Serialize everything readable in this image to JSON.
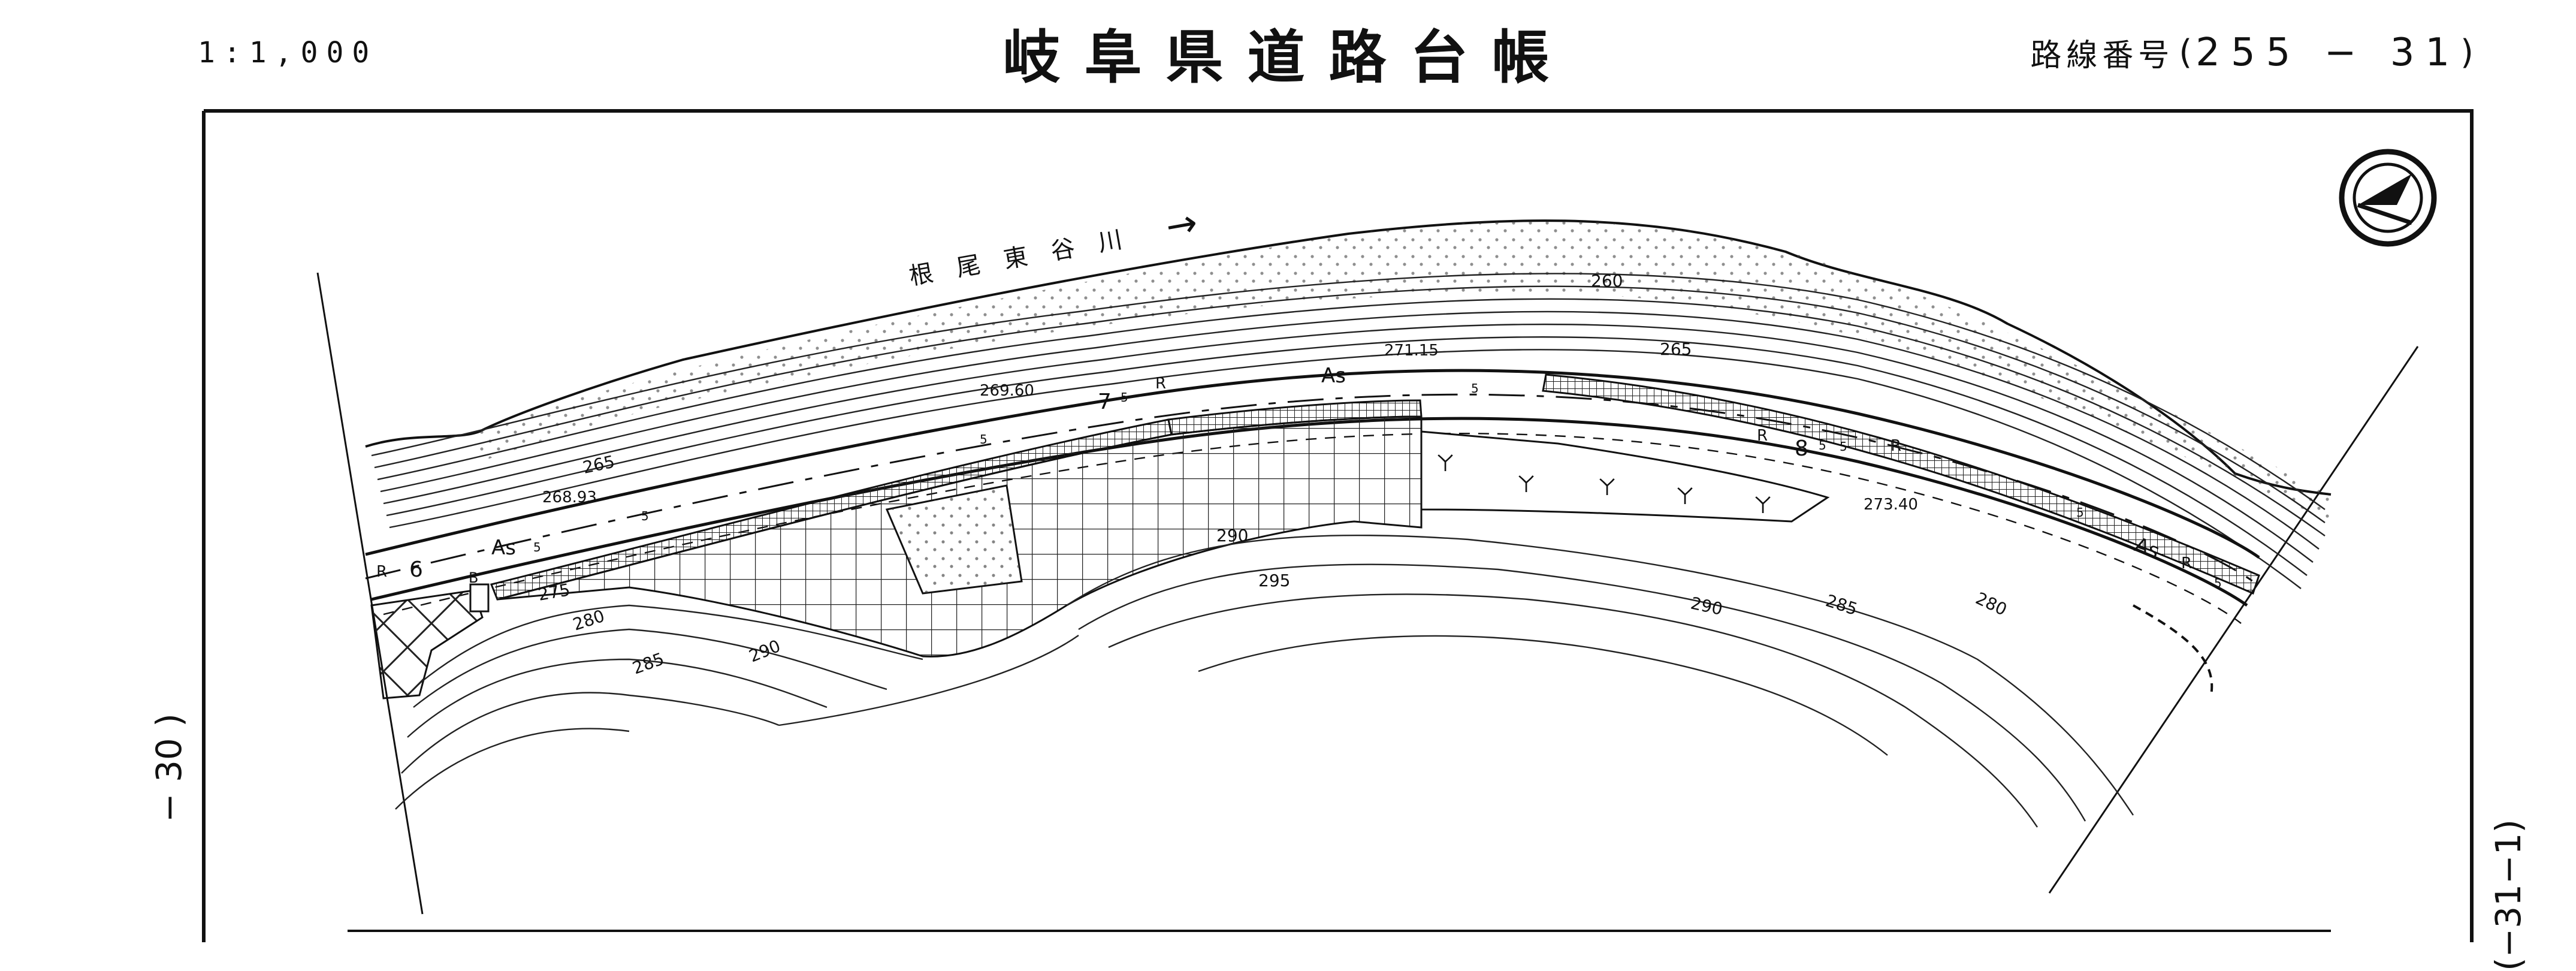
{
  "header": {
    "scale": "1:1,000",
    "title": "岐阜県道路台帳",
    "route_label": "路線番号",
    "route_number": "255 − 31",
    "route_open": "(",
    "route_close": ")"
  },
  "side_left": "− 30 )",
  "side_right": "(−31−1)",
  "map": {
    "river_label": "根尾東谷川",
    "river_arrow": "→",
    "north_symbol": "north-arrow",
    "elevations": [
      "271.15",
      "269.60",
      "268.93",
      "273.40"
    ],
    "contours": [
      "260",
      "265",
      "265",
      "275",
      "280",
      "285",
      "290",
      "290",
      "295",
      "290",
      "285",
      "280"
    ],
    "surface_labels": [
      "As",
      "As",
      "As"
    ],
    "road_markers": [
      "R",
      "R",
      "R",
      "R",
      "R",
      "B"
    ],
    "section_numbers": [
      "6",
      "7",
      "8"
    ],
    "width_marks": [
      "5",
      "5",
      "5",
      "5",
      "5",
      "5",
      "5",
      "5",
      "5"
    ],
    "vegetation_symbol": "ㄚ"
  }
}
